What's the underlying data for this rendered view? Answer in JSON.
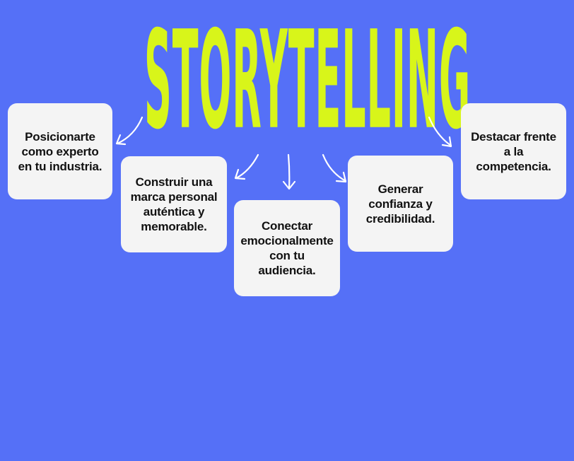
{
  "title": "STORYTELLING",
  "colors": {
    "background": "#5570f7",
    "title": "#d8f51a",
    "card": "#f4f4f4",
    "card_text": "#111111",
    "arrow": "#ffffff"
  },
  "benefits": [
    {
      "text": "Posicionarte como experto en tu industria."
    },
    {
      "text": "Construir una marca personal auténtica y memorable."
    },
    {
      "text": "Conectar emocionalmente con tu audiencia."
    },
    {
      "text": "Generar confianza y credibilidad."
    },
    {
      "text": "Destacar frente a la competencia."
    }
  ],
  "icons": {
    "arrow": "curved-arrow-icon"
  }
}
